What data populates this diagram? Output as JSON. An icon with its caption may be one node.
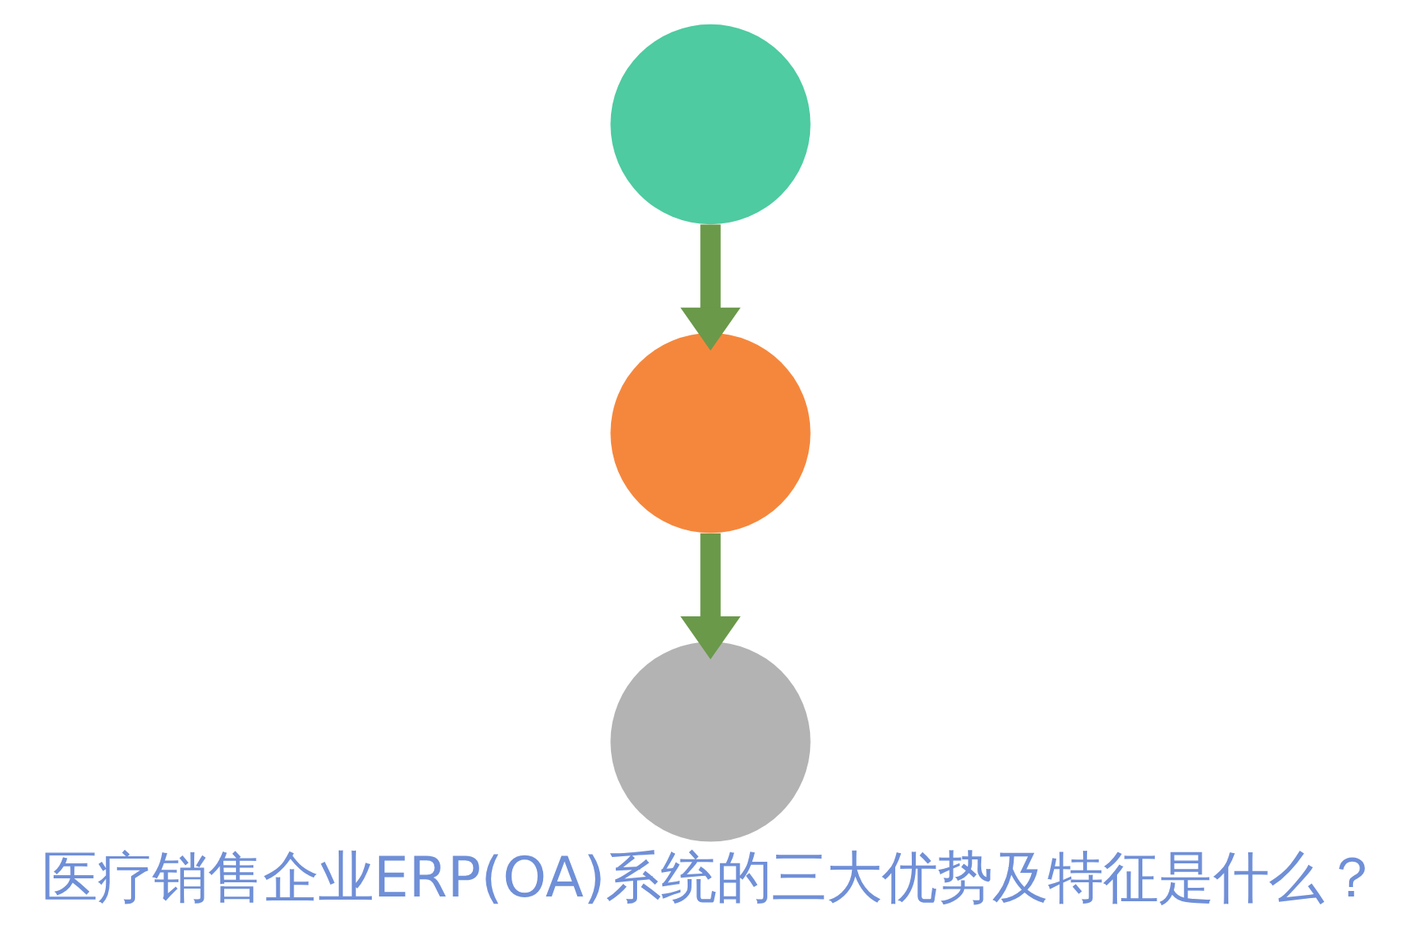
{
  "diagram": {
    "title": "医疗销售企业ERP(OA)系统的三大优势及特征是什么？",
    "nodes": [
      {
        "text": [],
        "shape": "circle"
      },
      {
        "text": [],
        "shape": "circle"
      },
      {
        "text": [],
        "shape": "circle"
      }
    ],
    "edges": [
      {
        "from": 0,
        "to": 1,
        "arrow": "to"
      },
      {
        "from": 1,
        "to": 2,
        "arrow": "to"
      }
    ]
  }
}
